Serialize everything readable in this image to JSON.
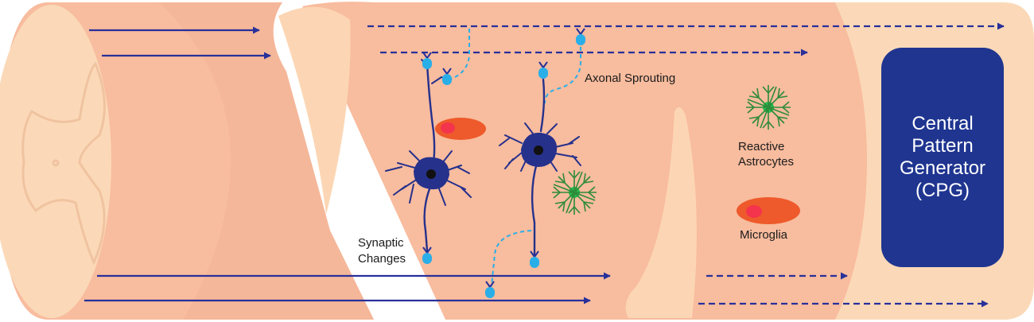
{
  "labels": {
    "axonal_sprouting": "Axonal Sprouting",
    "synaptic_changes_line1": "Synaptic",
    "synaptic_changes_line2": "Changes",
    "reactive_astrocytes_line1": "Reactive",
    "reactive_astrocytes_line2": "Astrocytes",
    "microglia": "Microglia"
  },
  "cpg": {
    "line1": "Central",
    "line2": "Pattern",
    "line3": "Generator",
    "line4": "(CPG)"
  },
  "colors": {
    "cord_light": "#fbd9b8",
    "cord_mid": "#f8bc9e",
    "lesion_light": "#fcd6b4",
    "axon": "#28309a",
    "neuron": "#26318c",
    "synapse": "#2aaee8",
    "astrocyte": "#2e8b3a",
    "astrocyte_core": "#25c04f",
    "microglia": "#ee5a2b",
    "microglia_nucleus": "#f4334d",
    "cpg_box": "#1f3590",
    "cpg_text": "#ffffff"
  }
}
